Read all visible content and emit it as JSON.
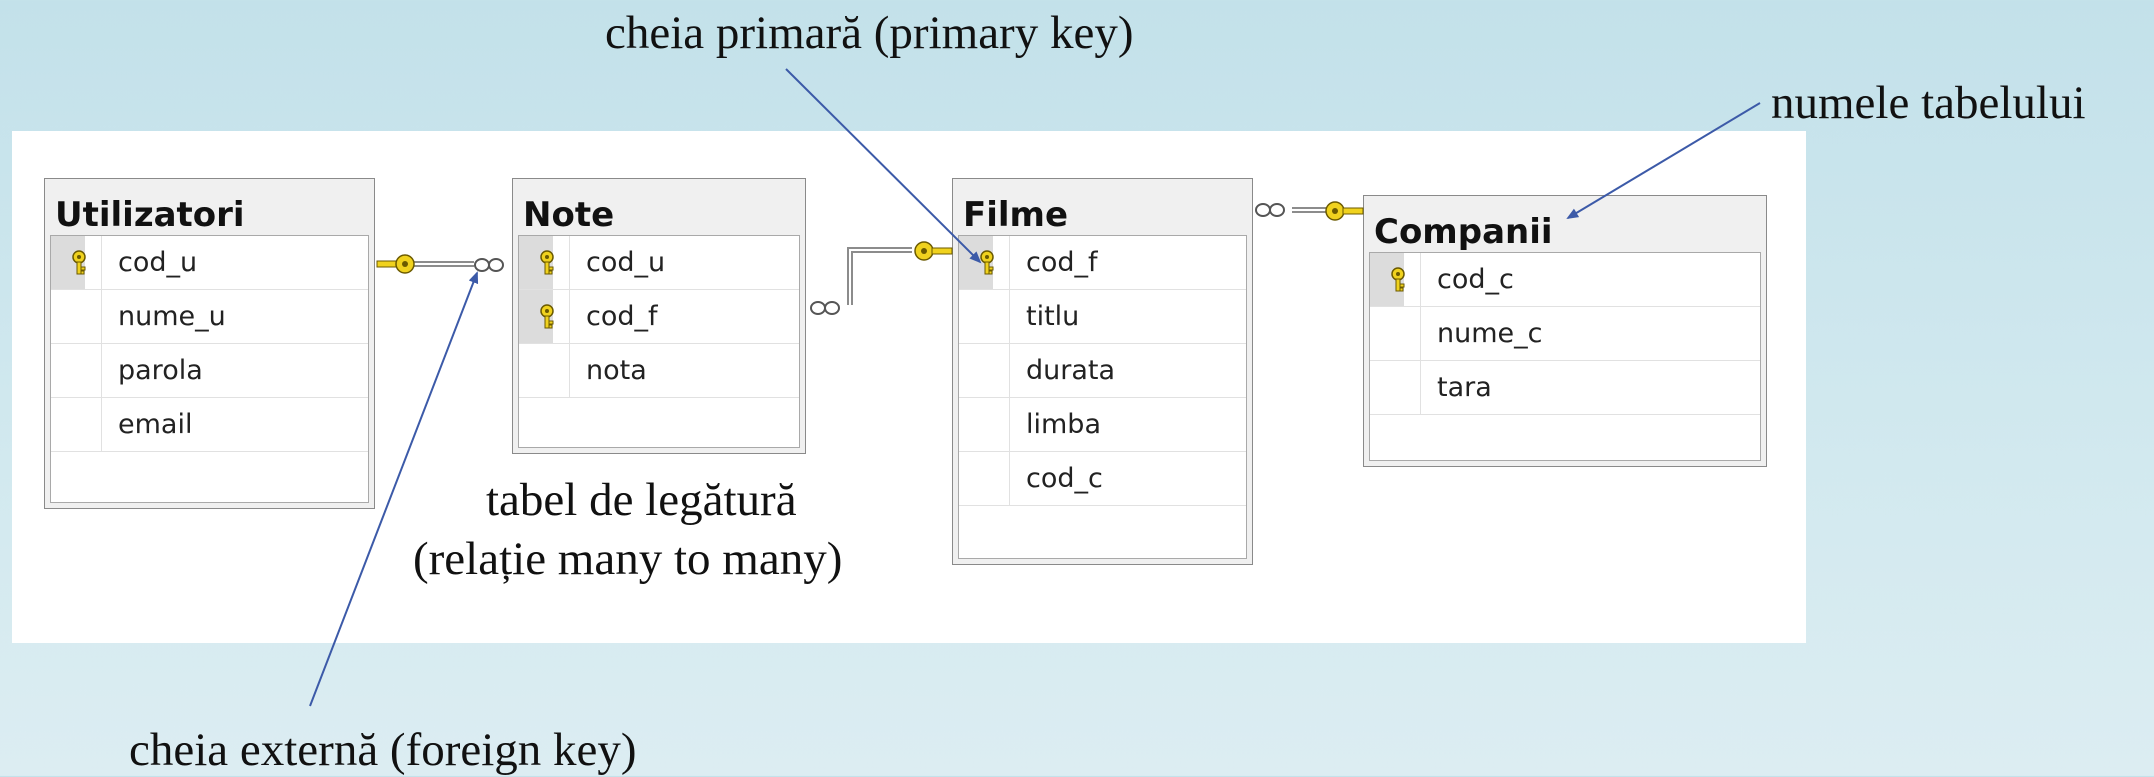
{
  "tables": {
    "utilizatori": {
      "name": "Utilizatori",
      "columns": [
        {
          "name": "cod_u",
          "pk": true
        },
        {
          "name": "nume_u",
          "pk": false
        },
        {
          "name": "parola",
          "pk": false
        },
        {
          "name": "email",
          "pk": false
        }
      ]
    },
    "note": {
      "name": "Note",
      "columns": [
        {
          "name": "cod_u",
          "pk": true
        },
        {
          "name": "cod_f",
          "pk": true
        },
        {
          "name": "nota",
          "pk": false
        }
      ]
    },
    "filme": {
      "name": "Filme",
      "columns": [
        {
          "name": "cod_f",
          "pk": true
        },
        {
          "name": "titlu",
          "pk": false
        },
        {
          "name": "durata",
          "pk": false
        },
        {
          "name": "limba",
          "pk": false
        },
        {
          "name": "cod_c",
          "pk": false
        }
      ]
    },
    "companii": {
      "name": "Companii",
      "columns": [
        {
          "name": "cod_c",
          "pk": true
        },
        {
          "name": "nume_c",
          "pk": false
        },
        {
          "name": "tara",
          "pk": false
        }
      ]
    }
  },
  "annotations": {
    "primary_key": "cheia primară (primary key)",
    "table_name": "numele tabelului",
    "link_table_line1": "tabel de legătură",
    "link_table_line2": "(relație many to many)",
    "foreign_key": "cheia externă (foreign key)"
  },
  "colors": {
    "key": "#f0d21e",
    "arrow": "#3c5aa8",
    "background": "#c3e1ea"
  },
  "icons": [
    "primary-key-icon",
    "relationship-key-end-icon",
    "relationship-infinity-end-icon"
  ]
}
